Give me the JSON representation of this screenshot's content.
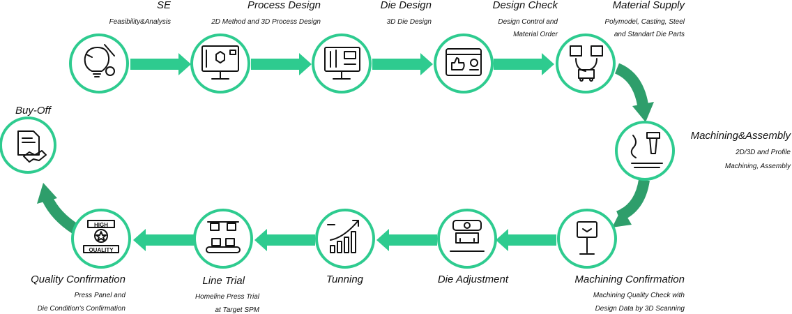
{
  "steps": [
    {
      "id": "se",
      "title": "SE",
      "sub1": "Feasibility&Analysis",
      "sub2": ""
    },
    {
      "id": "process",
      "title": "Process Design",
      "sub1": "2D Method and 3D Process Design",
      "sub2": ""
    },
    {
      "id": "die-design",
      "title": "Die Design",
      "sub1": "3D Die Design",
      "sub2": ""
    },
    {
      "id": "design-check",
      "title": "Design Check",
      "sub1": "Design Control and",
      "sub2": "Material Order"
    },
    {
      "id": "material",
      "title": "Material Supply",
      "sub1": "Polymodel, Casting, Steel",
      "sub2": "and Standart Die Parts"
    },
    {
      "id": "machining",
      "title": "Machining&Assembly",
      "sub1": "2D/3D and Profile",
      "sub2": "Machining, Assembly"
    },
    {
      "id": "machining-conf",
      "title": "Machining Confirmation",
      "sub1": "Machining Quality Check with",
      "sub2": "Design Data by 3D Scanning"
    },
    {
      "id": "die-adjust",
      "title": "Die Adjustment",
      "sub1": "",
      "sub2": ""
    },
    {
      "id": "tunning",
      "title": "Tunning",
      "sub1": "",
      "sub2": ""
    },
    {
      "id": "line-trial",
      "title": "Line Trial",
      "sub1": "Homeline Press Trial",
      "sub2": "at Target SPM"
    },
    {
      "id": "quality",
      "title": "Quality Confirmation",
      "sub1": "Press Panel and",
      "sub2": "Die Condition's Confirmation"
    },
    {
      "id": "buy-off",
      "title": "Buy-Off",
      "sub1": "",
      "sub2": ""
    }
  ],
  "badge": {
    "top": "HIGH",
    "bottom": "QUALITY"
  },
  "colors": {
    "accent": "#2ecb8f",
    "curve": "#2e9e6b",
    "stroke": "#111111"
  },
  "icons": [
    "idea-gear-icon",
    "3d-process-monitor-icon",
    "drafting-monitor-icon",
    "approval-window-icon",
    "supply-chain-icon",
    "milling-cutter-icon",
    "scanner-kiosk-icon",
    "die-press-icon",
    "growth-chart-icon",
    "conveyor-press-icon",
    "quality-badge-icon",
    "handshake-document-icon"
  ]
}
